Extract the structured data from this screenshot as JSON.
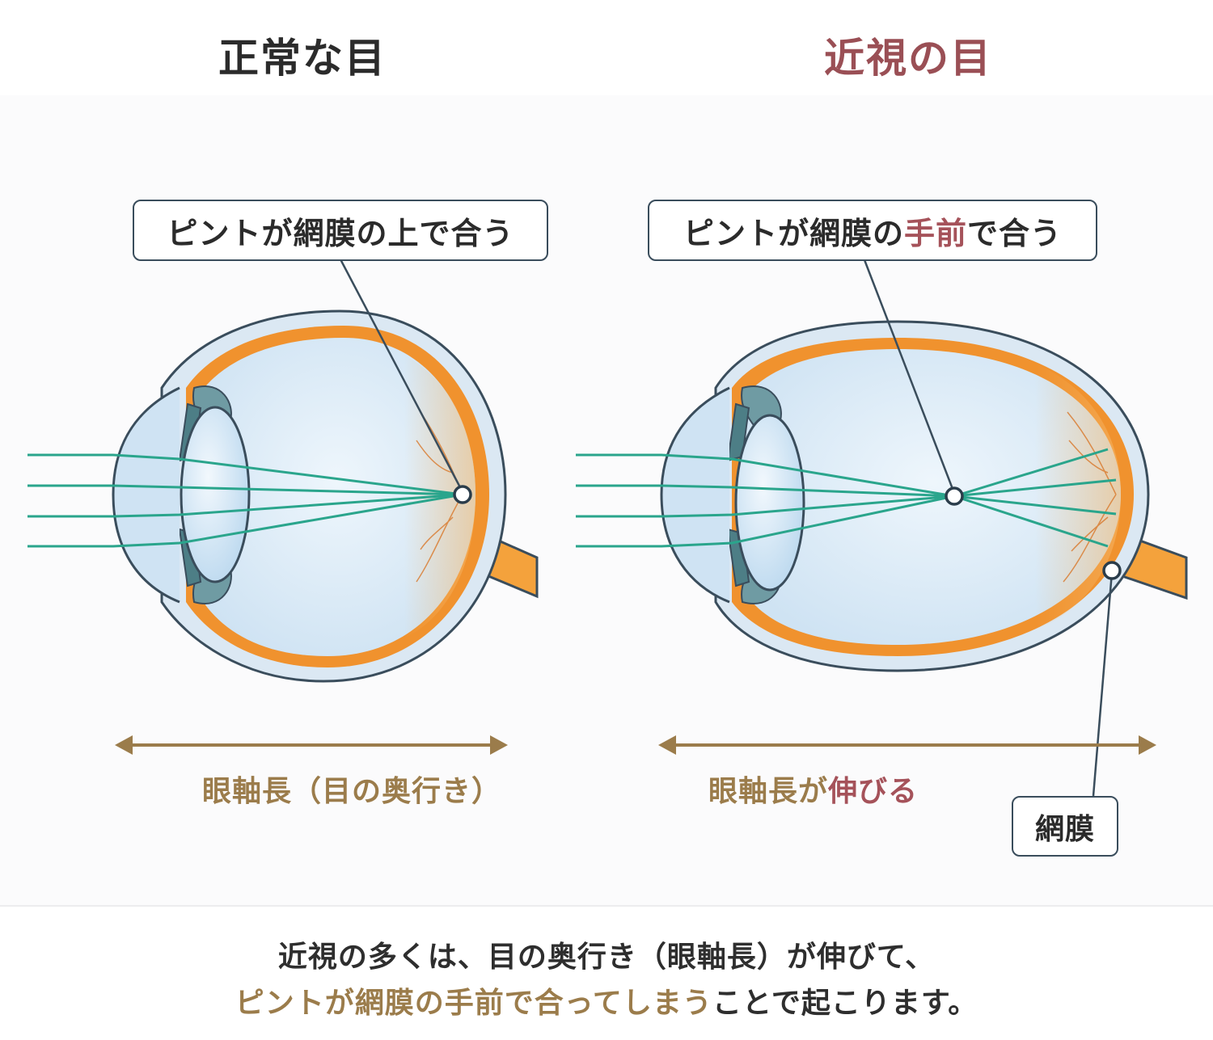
{
  "titles": {
    "normal": "正常な目",
    "myopia": "近視の目"
  },
  "callouts": {
    "normal": "ピントが網膜の上で合う",
    "myopia_pre": "ピントが網膜の",
    "myopia_highlight": "手前",
    "myopia_post": "で合う",
    "retina": "網膜"
  },
  "axis_labels": {
    "normal": "眼軸長（目の奥行き）",
    "myopia_pre": "眼軸長が",
    "myopia_highlight": "伸びる"
  },
  "caption": {
    "line1": "近視の多くは、目の奥行き（眼軸長）が伸びて、",
    "line2_highlight": "ピントが網膜の手前で合ってしまう",
    "line2_rest": "ことで起こります。"
  },
  "colors": {
    "title_normal": "#2b2b2b",
    "title_myopia": "#9a4f55",
    "highlight_red": "#a5525a",
    "axis_gold": "#9b7c4b",
    "light_ray": "#2aa58c",
    "retina_orange": "#f0922e",
    "eye_fill": "#dcecf8",
    "outline": "#3a4d5c"
  }
}
